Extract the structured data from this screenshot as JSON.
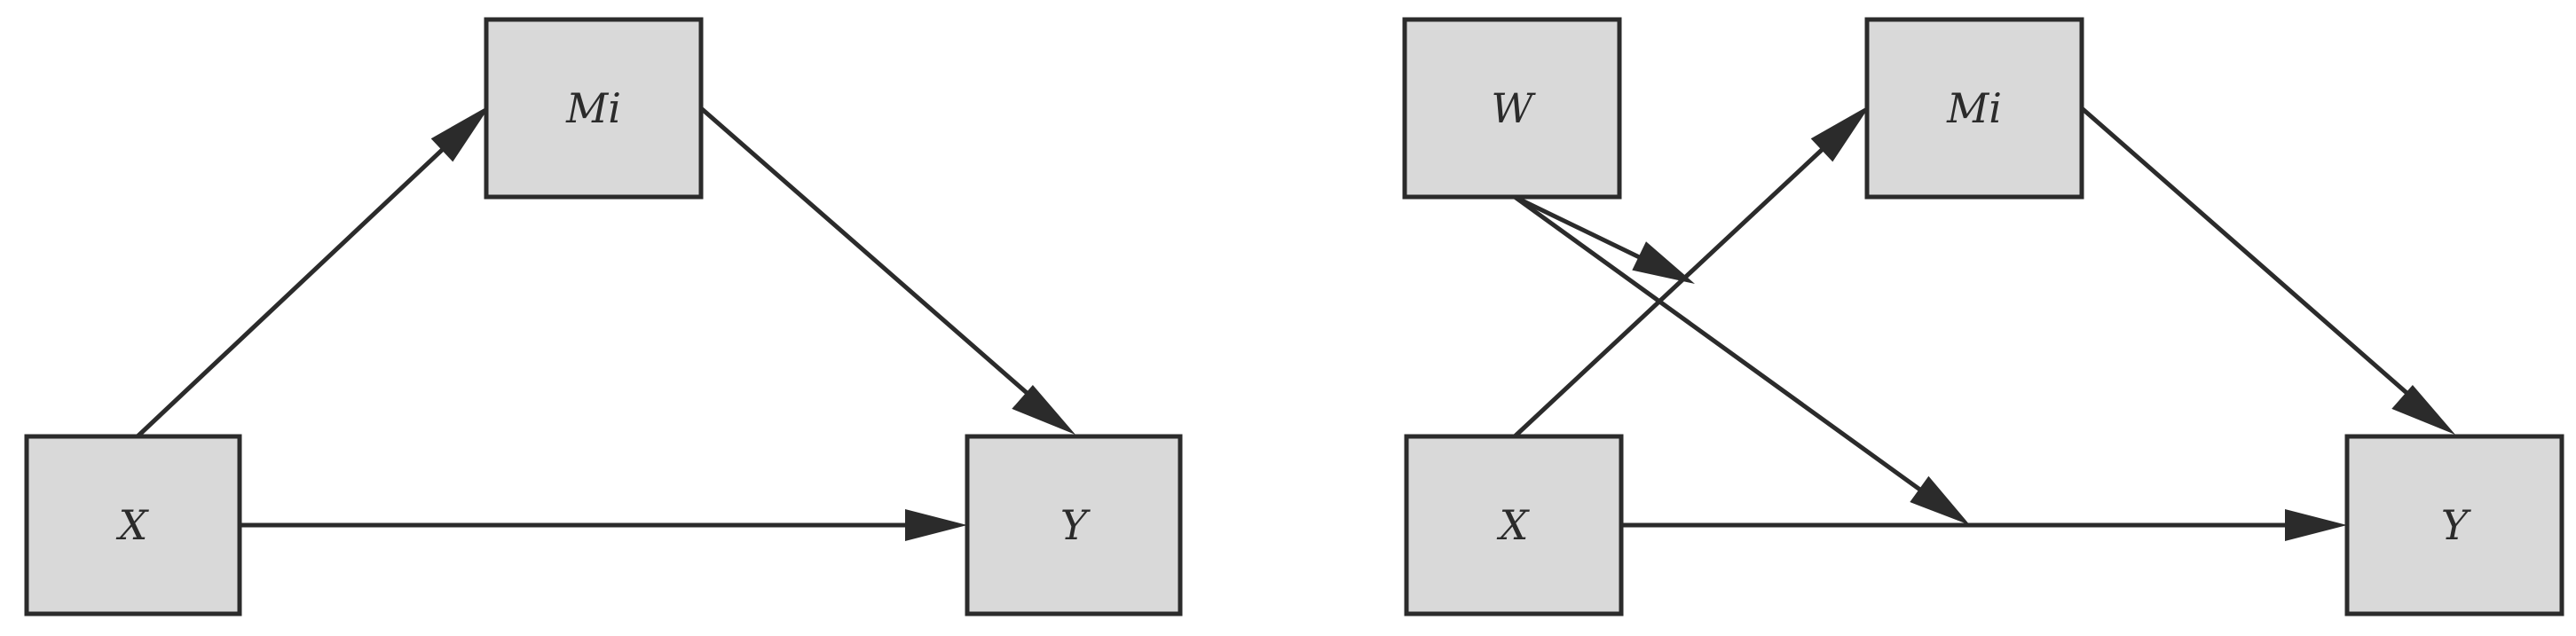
{
  "diagrams": [
    {
      "id": "simple-mediation",
      "nodes": {
        "x": "X",
        "mi": "Mi",
        "y": "Y"
      }
    },
    {
      "id": "moderated-mediation",
      "nodes": {
        "w": "W",
        "x": "X",
        "mi": "Mi",
        "y": "Y"
      }
    }
  ],
  "colors": {
    "node_fill": "#d9d9d9",
    "stroke": "#2b2b2b",
    "background": "#ffffff"
  }
}
